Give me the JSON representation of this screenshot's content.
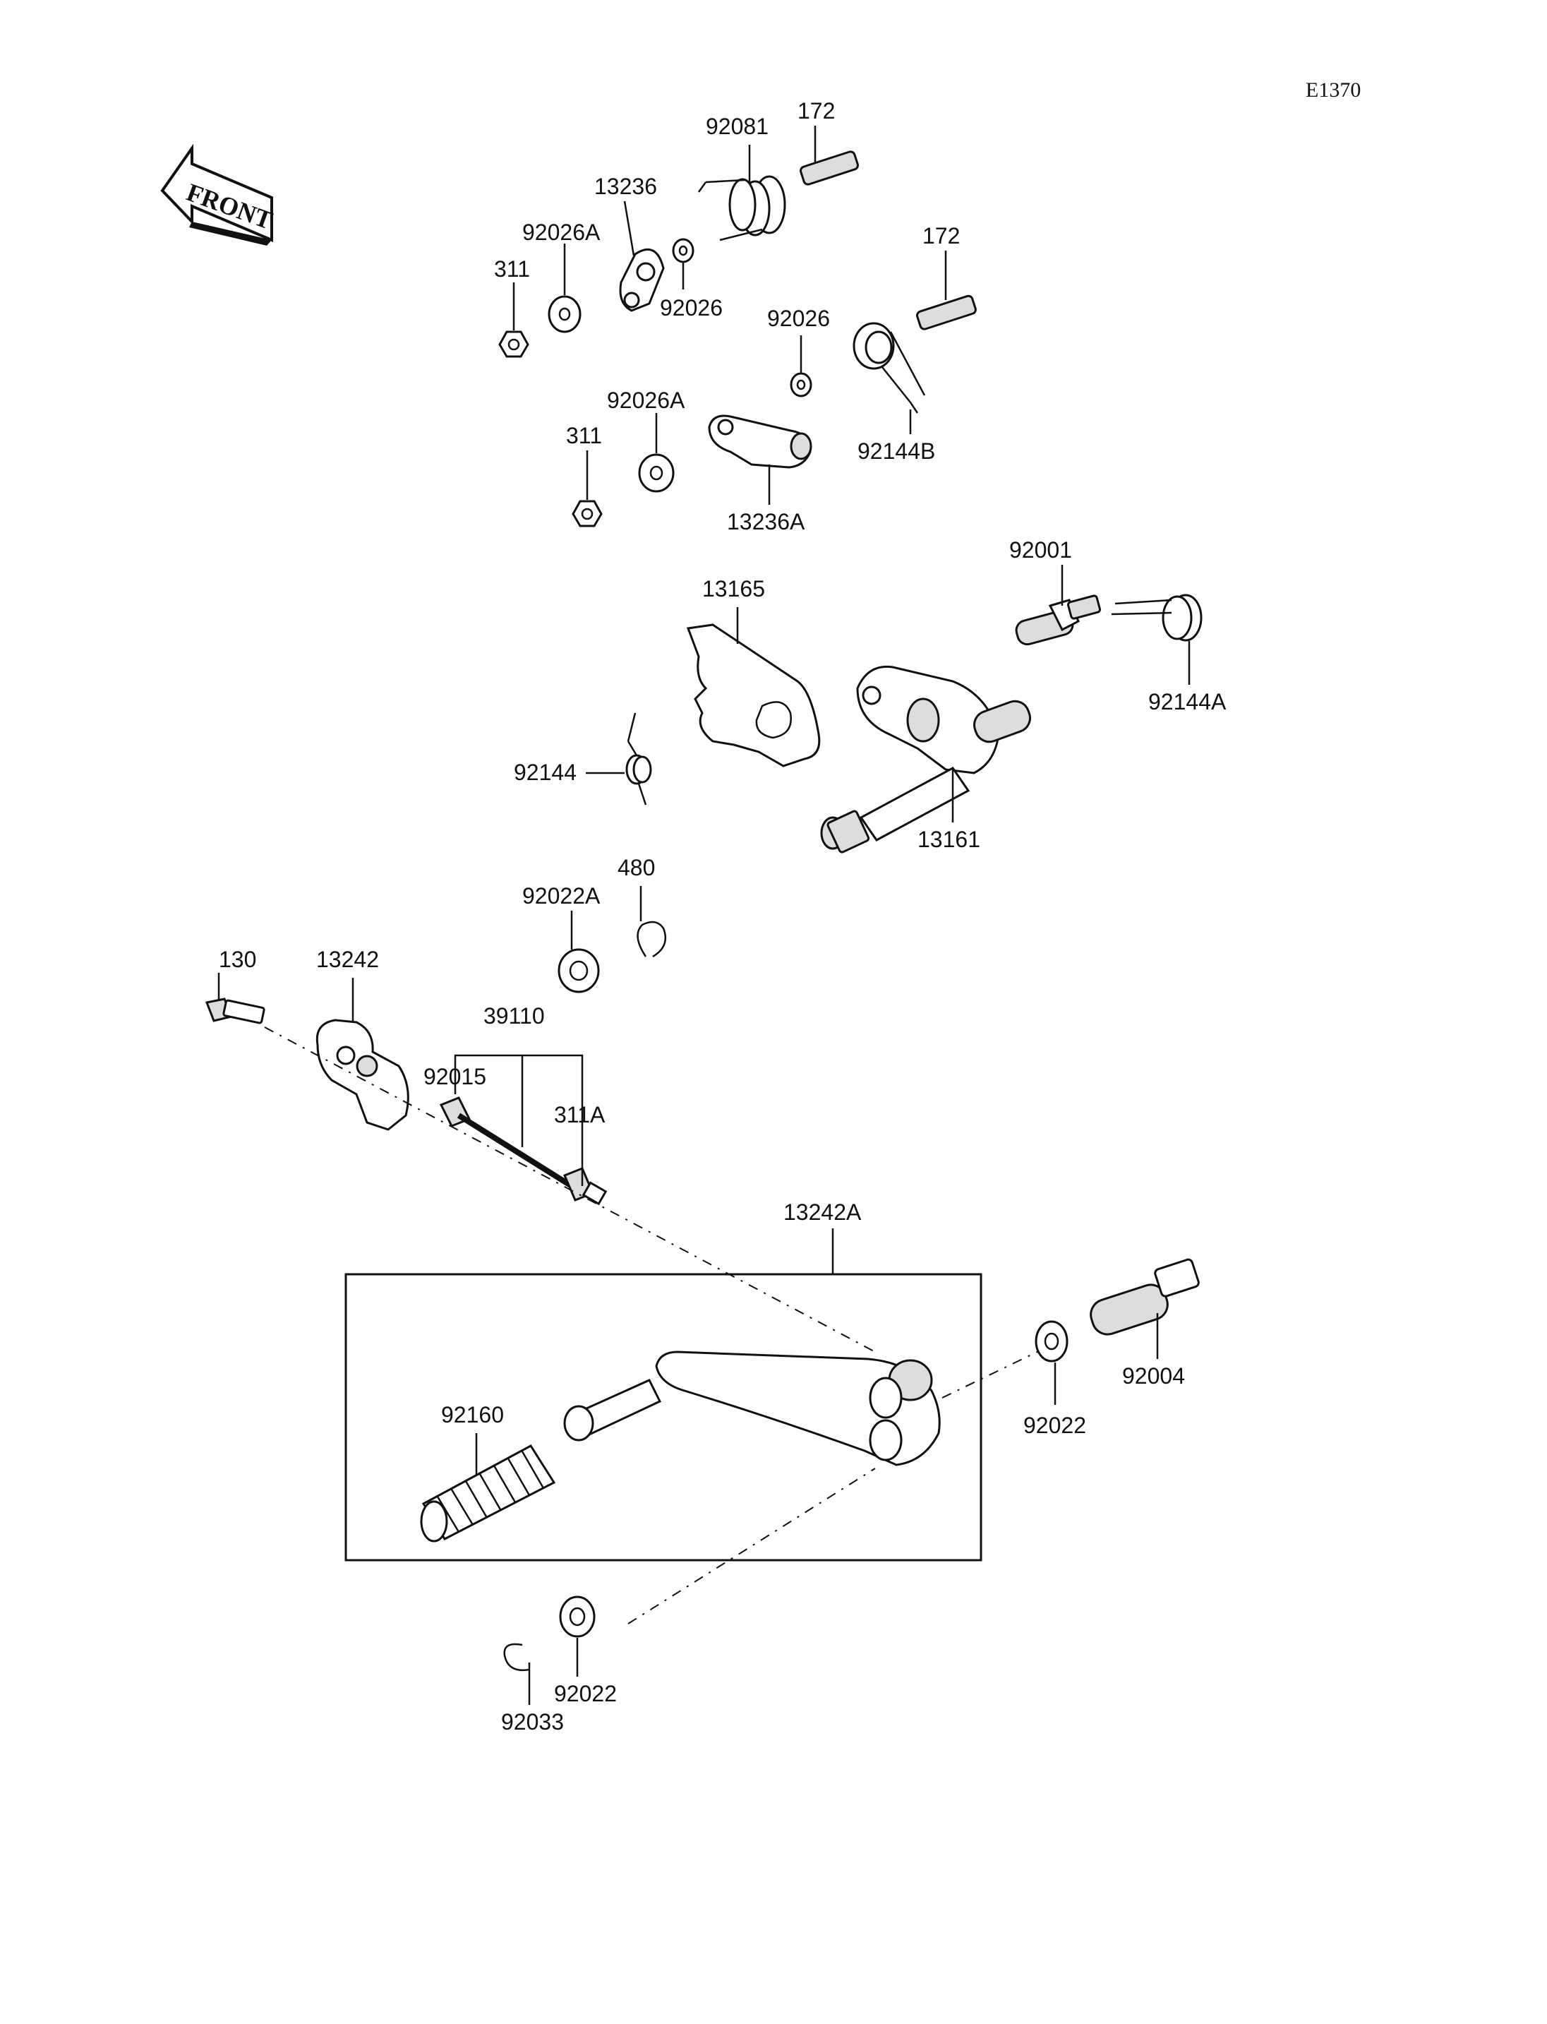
{
  "figure_id": "E1370",
  "front_label": "FRONT",
  "labels": {
    "p92081": "92081",
    "p172a": "172",
    "p13236": "13236",
    "p92026Aa": "92026A",
    "p311a": "311",
    "p92026a": "92026",
    "p172b": "172",
    "p92026b": "92026",
    "p92026Ab": "92026A",
    "p311b": "311",
    "p92144B": "92144B",
    "p13236A": "13236A",
    "p92001": "92001",
    "p13165": "13165",
    "p92144A": "92144A",
    "p92144": "92144",
    "p13161": "13161",
    "p92022A": "92022A",
    "p480": "480",
    "p130": "130",
    "p13242": "13242",
    "p39110": "39110",
    "p92015": "92015",
    "p311A": "311A",
    "p13242A": "13242A",
    "p92004": "92004",
    "p92022a": "92022",
    "p92160": "92160",
    "p92022b": "92022",
    "p92033": "92033"
  }
}
